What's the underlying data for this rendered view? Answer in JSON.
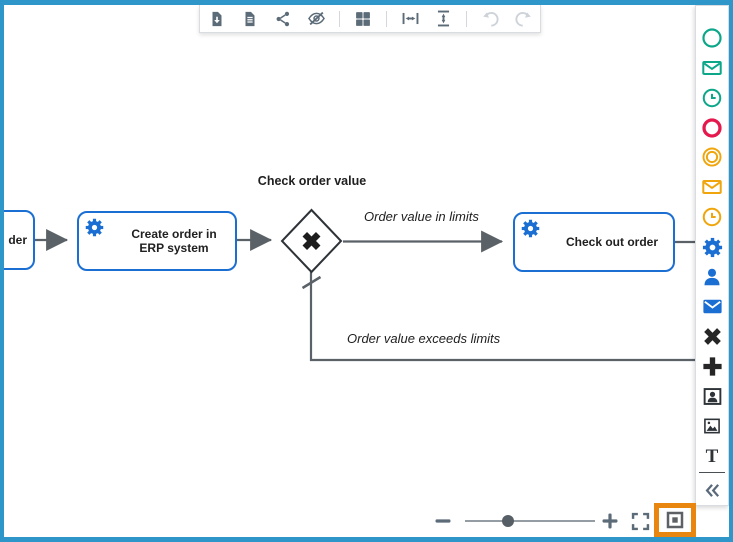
{
  "window": {
    "canvas_bg": "#ffffff",
    "frame_color": "#2e96c8",
    "line_color": "#5a6268"
  },
  "toolbar": {
    "icons": [
      "export-diagram",
      "export-document",
      "share",
      "toggle-overlays-visibility",
      "grid-layout",
      "fit-width",
      "fit-height",
      "undo",
      "redo"
    ],
    "disabled_icons": [
      "undo",
      "redo"
    ]
  },
  "palette": {
    "items": [
      {
        "name": "start-event",
        "color": "#0ca789"
      },
      {
        "name": "message-start-event",
        "color": "#0ca789"
      },
      {
        "name": "timer-start-event",
        "color": "#0ca789"
      },
      {
        "name": "end-event",
        "color": "#e5194e"
      },
      {
        "name": "intermediate-event",
        "color": "#efa50b"
      },
      {
        "name": "message-intermediate-event",
        "color": "#efa50b"
      },
      {
        "name": "timer-intermediate-event",
        "color": "#efa50b"
      },
      {
        "name": "service-task",
        "color": "#1b6fd3"
      },
      {
        "name": "user-task",
        "color": "#1b6fd3"
      },
      {
        "name": "send-task",
        "color": "#1b6fd3"
      },
      {
        "name": "exclusive-gateway",
        "color": "#262626"
      },
      {
        "name": "parallel-gateway",
        "color": "#262626"
      },
      {
        "name": "participant",
        "color": "#2e3338"
      },
      {
        "name": "image",
        "color": "#2e3338"
      },
      {
        "name": "text-annotation",
        "color": "#2e3338",
        "label": "T"
      },
      {
        "name": "collapse-palette",
        "color": "#5a6a7a"
      }
    ]
  },
  "diagram": {
    "nodes": {
      "partial_task": {
        "label": "der"
      },
      "create_order": {
        "label": "Create order in ERP system",
        "type": "service-task"
      },
      "gateway": {
        "label": "Check order value",
        "type": "exclusive-gateway"
      },
      "check_out": {
        "label": "Check out order",
        "type": "service-task"
      }
    },
    "edge_labels": {
      "in_limits": "Order value in limits",
      "exceeds_limits": "Order value exceeds limits"
    }
  },
  "zoom_controls": {
    "controls": [
      "zoom-out",
      "zoom-slider",
      "zoom-in",
      "fit-viewport",
      "reset-zoom"
    ],
    "slider_position_pct": 33,
    "active_control": "reset-zoom",
    "active_color": "#e8860f"
  }
}
